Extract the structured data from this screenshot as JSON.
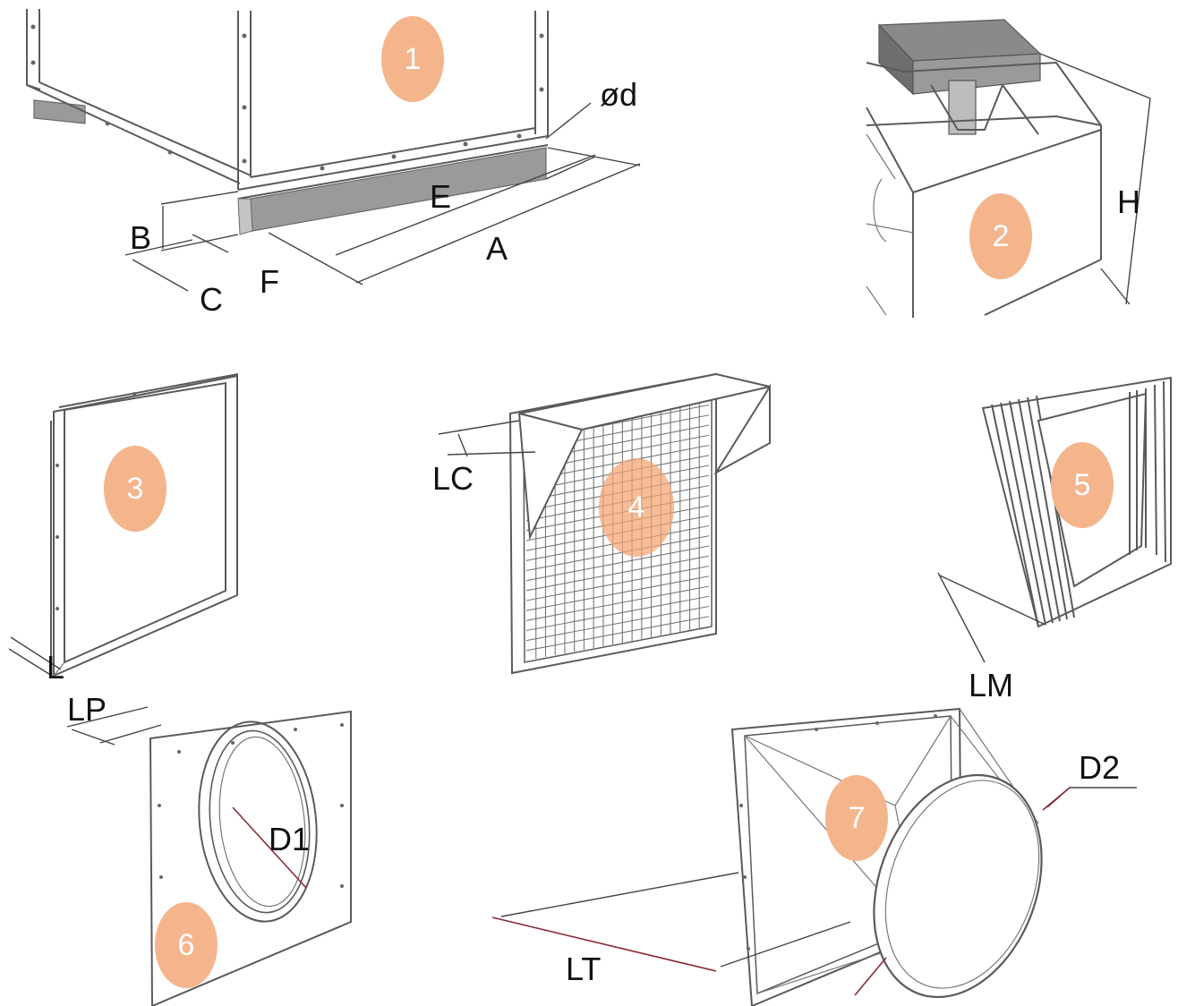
{
  "parts": [
    {
      "number": "1",
      "dimensions": [
        "B",
        "C",
        "F",
        "E",
        "A",
        "ød"
      ]
    },
    {
      "number": "2",
      "dimensions": [
        "H"
      ]
    },
    {
      "number": "3",
      "dimensions": [
        "L"
      ]
    },
    {
      "number": "4",
      "dimensions": [
        "LC"
      ]
    },
    {
      "number": "5",
      "dimensions": [
        "LM"
      ]
    },
    {
      "number": "6",
      "dimensions": [
        "LP",
        "D1"
      ]
    },
    {
      "number": "7",
      "dimensions": [
        "LT",
        "D2"
      ]
    }
  ],
  "colors": {
    "badge": "#f4b58c",
    "line": "#5a5a5a",
    "dimension_red": "#8a2a35"
  }
}
